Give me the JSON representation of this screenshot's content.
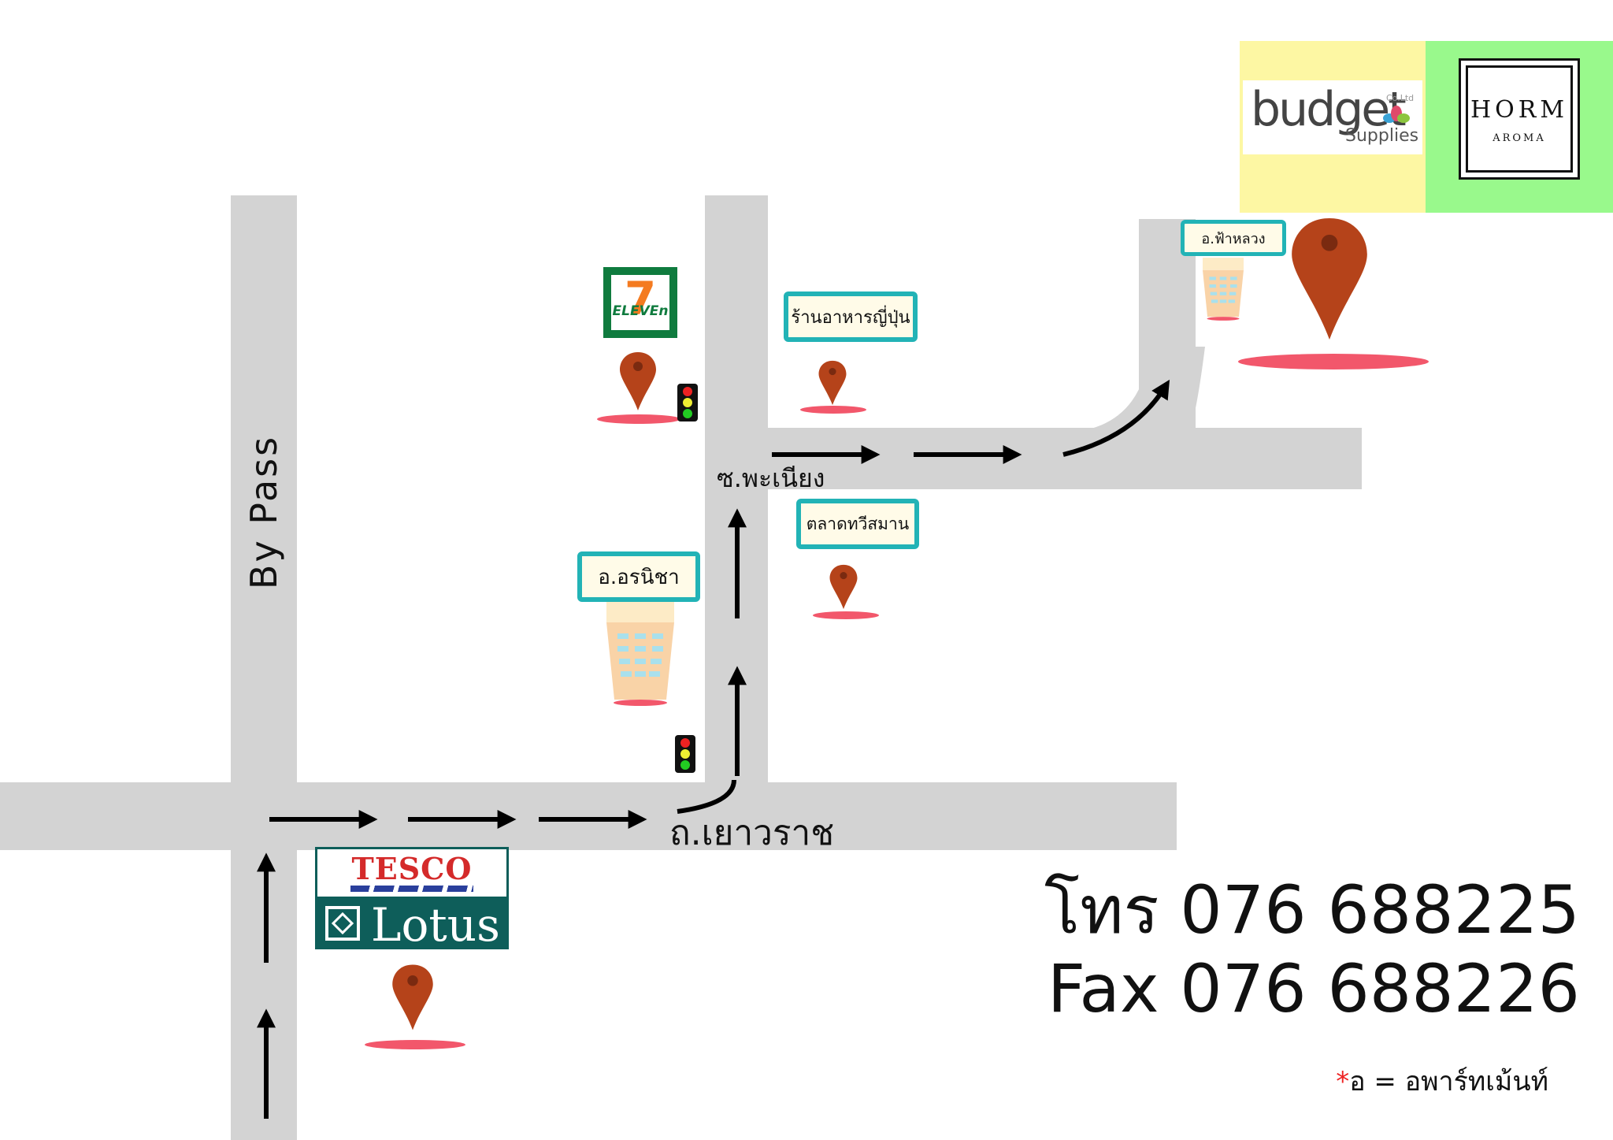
{
  "roads": {
    "bypass": "By Pass",
    "yaowarat": "ถ.เยาวราช",
    "phanian": "ซ.พะเนียง"
  },
  "landmarks": {
    "seven_eleven": "ELEVEn",
    "seven_number": "7",
    "tesco_top": "TESCO",
    "tesco_bottom": "Lotus",
    "japanese_restaurant": "ร้านอาหารญี่ปุ่น",
    "thavisaman_market": "ตลาดทวีสมาน",
    "aranicha": "อ.อรนิชา",
    "fahluang": "อ.ฟ้าหลวง"
  },
  "brands": {
    "budget_main": "budget",
    "budget_sub": "Supplies",
    "budget_small": "Co.Ltd",
    "horm_main": "HORM",
    "horm_sub": "AROMA"
  },
  "contact": {
    "phone": "โทร 076 688225",
    "fax": "Fax 076 688226",
    "note_star": "*",
    "note_text": "อ =  อพาร์ทเม้นท์"
  },
  "colors": {
    "road": "#d3d3d3",
    "pin": "#b5431a",
    "pin_shadow": "#f2576b",
    "label_border": "#22b3b6",
    "budget_bg": "#fdf7a3",
    "horm_bg": "#99f98c",
    "tesco_green": "#0e5e5a",
    "tesco_red": "#d42a2a",
    "tesco_blue": "#2a3f9c",
    "seven_green": "#0f7b3e",
    "seven_orange": "#f47b20"
  }
}
